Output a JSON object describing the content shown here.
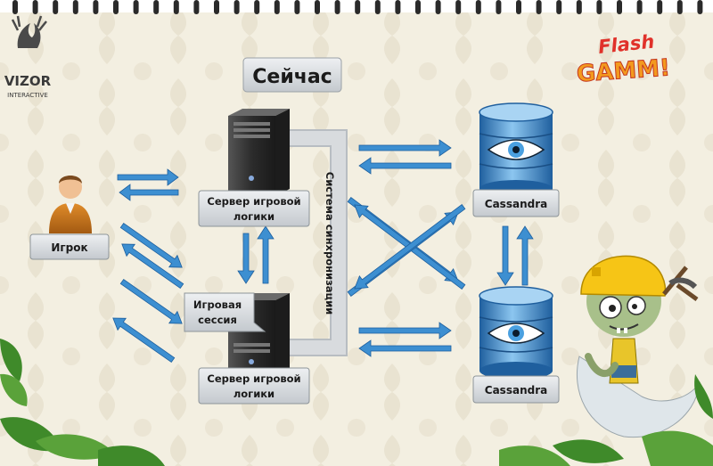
{
  "header": {
    "title": "Сейчас"
  },
  "branding": {
    "vizor_name": "VIZOR",
    "vizor_sub": "INTERACTIVE",
    "event_line1": "Flash",
    "event_line2": "GAMM!"
  },
  "nodes": {
    "player_label": "Игрок",
    "server_top_label_line1": "Сервер игровой",
    "server_top_label_line2": "логики",
    "session_label_line1": "Игровая",
    "session_label_line2": "сессия",
    "server_bottom_label_line1": "Сервер игровой",
    "server_bottom_label_line2": "логики",
    "sync_system_label": "Система синхронизации",
    "db_top_label": "Cassandra",
    "db_bottom_label": "Cassandra"
  },
  "colors": {
    "arrow": "#3d8fd1",
    "arrow_dark": "#1d5f9e",
    "label_box": "#d5d9dd",
    "label_border": "#8d9499",
    "db_blue": "#2f74b8",
    "server_dark": "#3a3a3a",
    "leaf_green": "#3f8a2a",
    "flash_red": "#e0312a",
    "gamm_orange": "#f39a1e"
  }
}
